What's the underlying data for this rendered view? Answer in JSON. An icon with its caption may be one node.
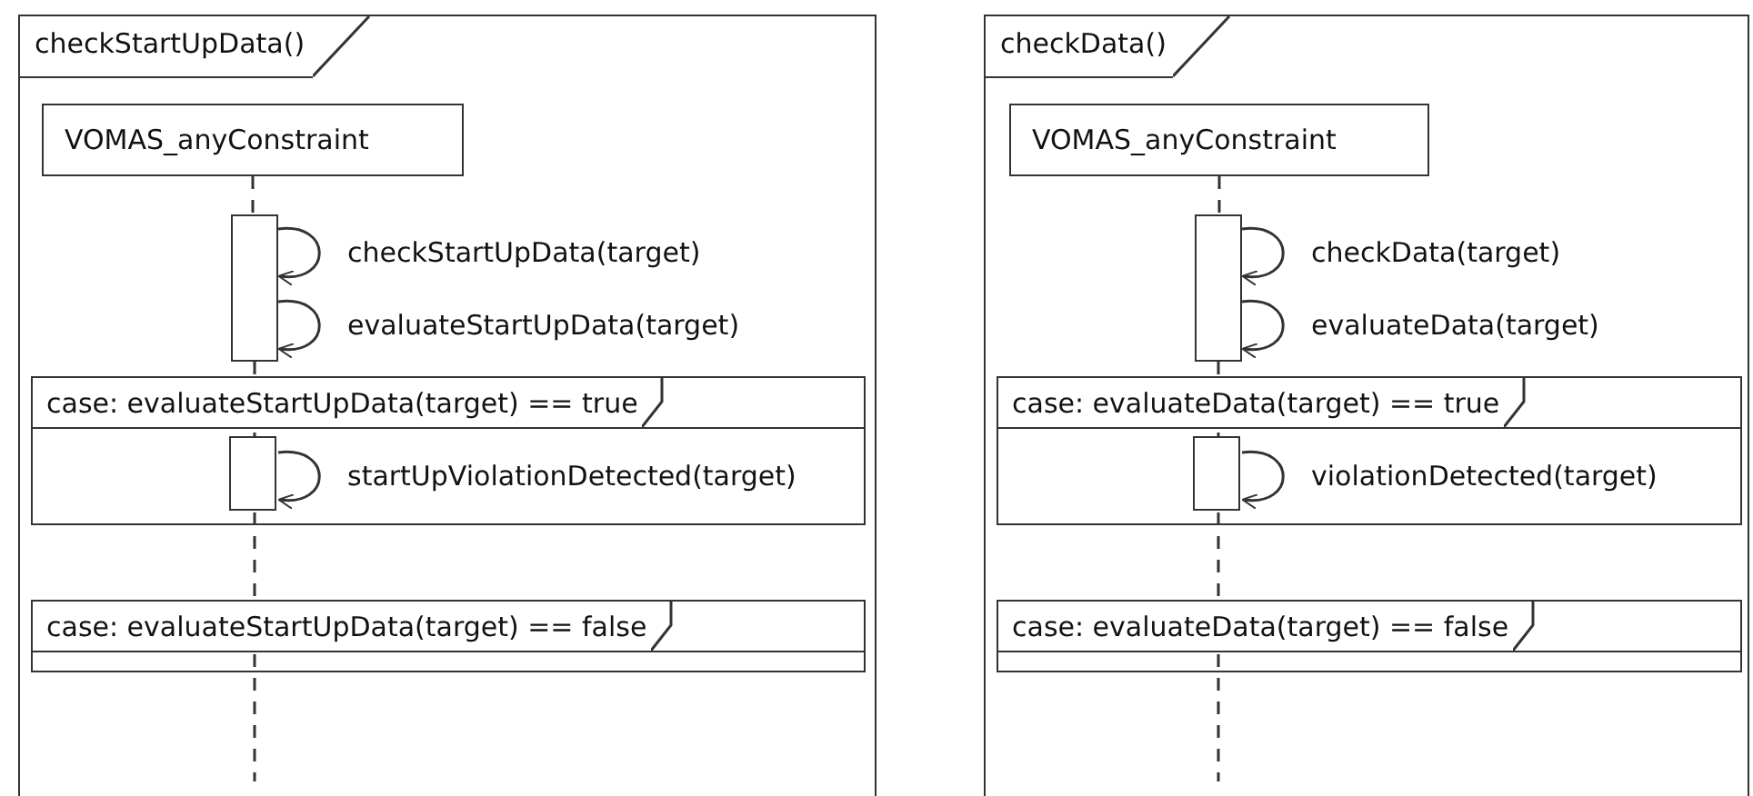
{
  "diagram": {
    "nodes": [
      {
        "text": [
          "checkStartUpData()"
        ]
      },
      {
        "text": [
          "VOMAS_anyConstraint"
        ],
        "in": 0
      },
      {
        "text": [],
        "shape": "bar",
        "in": 0
      },
      {
        "text": [
          "case: evaluateStartUpData(target) == true"
        ],
        "in": 0
      },
      {
        "text": [],
        "shape": "bar",
        "in": 3
      },
      {
        "text": [
          "case: evaluateStartUpData(target) == false"
        ],
        "in": 0
      },
      {
        "text": [
          "checkData()"
        ]
      },
      {
        "text": [
          "VOMAS_anyConstraint"
        ],
        "in": 6
      },
      {
        "text": [],
        "shape": "bar",
        "in": 6
      },
      {
        "text": [
          "case: evaluateData(target) == true"
        ],
        "in": 6
      },
      {
        "text": [],
        "shape": "bar",
        "in": 9
      },
      {
        "text": [
          "case: evaluateData(target) == false"
        ],
        "in": 6
      }
    ],
    "edges": [
      {
        "from": 1,
        "to": 2,
        "arrow": "none",
        "style": "dashed"
      },
      {
        "from": 2,
        "to": 4,
        "arrow": "none",
        "style": "dashed"
      },
      {
        "from": 4,
        "to": null,
        "arrow": "none",
        "style": "dashed"
      },
      {
        "from": 2,
        "to": 2,
        "arrow": "to",
        "label": "checkStartUpData(target)"
      },
      {
        "from": 2,
        "to": 2,
        "arrow": "to",
        "label": "evaluateStartUpData(target)"
      },
      {
        "from": 4,
        "to": 4,
        "arrow": "to",
        "label": "startUpViolationDetected(target)"
      },
      {
        "from": 7,
        "to": 8,
        "arrow": "none",
        "style": "dashed"
      },
      {
        "from": 8,
        "to": 10,
        "arrow": "none",
        "style": "dashed"
      },
      {
        "from": 10,
        "to": null,
        "arrow": "none",
        "style": "dashed"
      },
      {
        "from": 8,
        "to": 8,
        "arrow": "to",
        "label": "checkData(target)"
      },
      {
        "from": 8,
        "to": 8,
        "arrow": "to",
        "label": "evaluateData(target)"
      },
      {
        "from": 10,
        "to": 10,
        "arrow": "to",
        "label": "violationDetected(target)"
      }
    ]
  }
}
